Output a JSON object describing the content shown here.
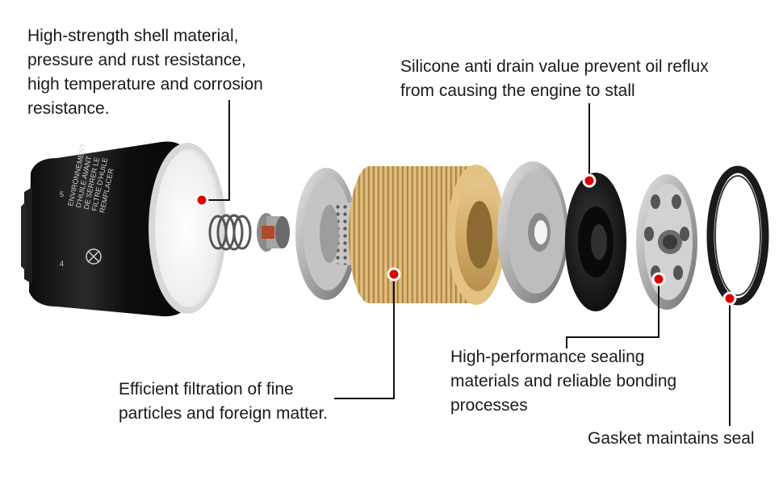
{
  "callouts": {
    "shell": {
      "lines": [
        "High-strength shell material,",
        "pressure and rust resistance,",
        "high temperature and corrosion",
        "resistance."
      ]
    },
    "valve": {
      "lines": [
        "Silicone anti drain value prevent oil reflux",
        "from causing the engine to stall"
      ]
    },
    "filtration": {
      "lines": [
        "Efficient filtration of fine",
        "particles and foreign matter."
      ]
    },
    "sealing": {
      "lines": [
        "High-performance sealing",
        "materials and reliable bonding",
        "processes"
      ]
    },
    "gasket": {
      "lines": [
        "Gasket maintains seal"
      ]
    }
  },
  "canister_label": {
    "lines": [
      "ENVIRONNEMENT",
      "D'HUILE AVANT",
      "DE SERRER LE",
      "FILTRE D'HUILE",
      "REMPLACER"
    ],
    "numbers": [
      "5",
      "4"
    ]
  },
  "colors": {
    "marker": "#e00000",
    "leader": "#111111",
    "canister": "#161616",
    "paper": "#d9b677",
    "metal": "#b8b8b8",
    "valve": "#1b1b1b"
  }
}
